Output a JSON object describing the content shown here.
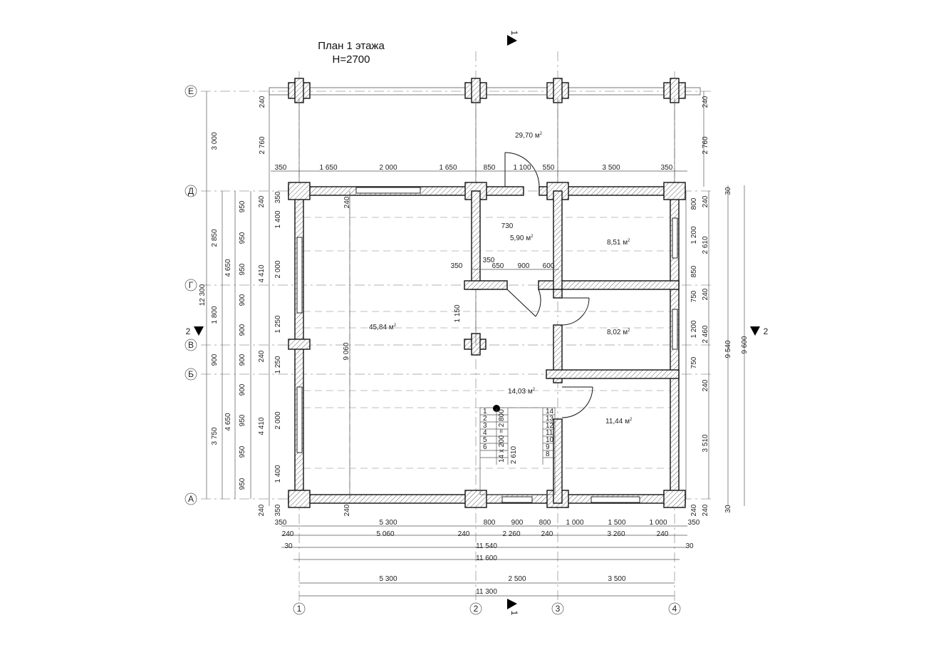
{
  "title": {
    "line1": "План 1 этажа",
    "line2": "H=2700"
  },
  "axes": {
    "columns": [
      "1",
      "2",
      "3",
      "4"
    ],
    "rows": [
      "Е",
      "Д",
      "Г",
      "В",
      "Б",
      "А"
    ]
  },
  "sections": {
    "s1": "1",
    "s2": "2"
  },
  "rooms": [
    {
      "area": "29,70",
      "unit": "м"
    },
    {
      "area": "5,90",
      "unit": "м"
    },
    {
      "area": "8,51",
      "unit": "м"
    },
    {
      "area": "45,84",
      "unit": "м"
    },
    {
      "area": "8,02",
      "unit": "м"
    },
    {
      "area": "14,03",
      "unit": "м"
    },
    {
      "area": "11,44",
      "unit": "м"
    }
  ],
  "superscript": "2",
  "stair": {
    "left": [
      "1",
      "2",
      "3",
      "4",
      "5",
      "6"
    ],
    "right": [
      "14",
      "13",
      "12",
      "11",
      "10",
      "9",
      "8"
    ],
    "spec": "14 x 200 = 2 800",
    "width": "2 610"
  },
  "dims": {
    "top_row": [
      "350",
      "1 650",
      "2 000",
      "1 650",
      "850",
      "1 100",
      "550",
      "3 500",
      "350"
    ],
    "top_side": [
      "240",
      "2 760",
      "240",
      "2 760"
    ],
    "inner_730": "730",
    "inner_row": [
      "350",
      "350",
      "650",
      "900",
      "600"
    ],
    "inner_1150": "1 150",
    "inner_left_wall": [
      "240",
      "240"
    ],
    "inner_9060": "9 060",
    "left_far": [
      "3 000",
      "2 850",
      "1 800",
      "900",
      "3 750",
      "12 300"
    ],
    "left_mid": [
      "4 650",
      "4 650"
    ],
    "left_950": [
      "950",
      "950",
      "950",
      "900",
      "900",
      "900",
      "900",
      "950",
      "950",
      "950"
    ],
    "left_near": [
      "240",
      "350",
      "1 400",
      "2 000",
      "4 410",
      "1 250",
      "240",
      "1 250",
      "2 000",
      "4 410",
      "1 400",
      "240",
      "350"
    ],
    "right_near": [
      "800",
      "1 200",
      "850",
      "750",
      "1 200",
      "750",
      "240",
      "240",
      "240"
    ],
    "right_mid": [
      "2 610",
      "2 460",
      "3 510",
      "240",
      "240"
    ],
    "right_far": [
      "30",
      "9 540",
      "9 600",
      "30"
    ],
    "bottom1": [
      "350",
      "5 300",
      "800",
      "900",
      "800",
      "1 000",
      "1 500",
      "1 000",
      "350"
    ],
    "bottom2": [
      "240",
      "5 060",
      "240",
      "2 260",
      "240",
      "3 260",
      "240"
    ],
    "bottom3": [
      "30",
      "11 540",
      "30"
    ],
    "bottom4": "11 600",
    "bottom5": [
      "5 300",
      "2 500",
      "3 500"
    ],
    "bottom6": "11 300"
  }
}
